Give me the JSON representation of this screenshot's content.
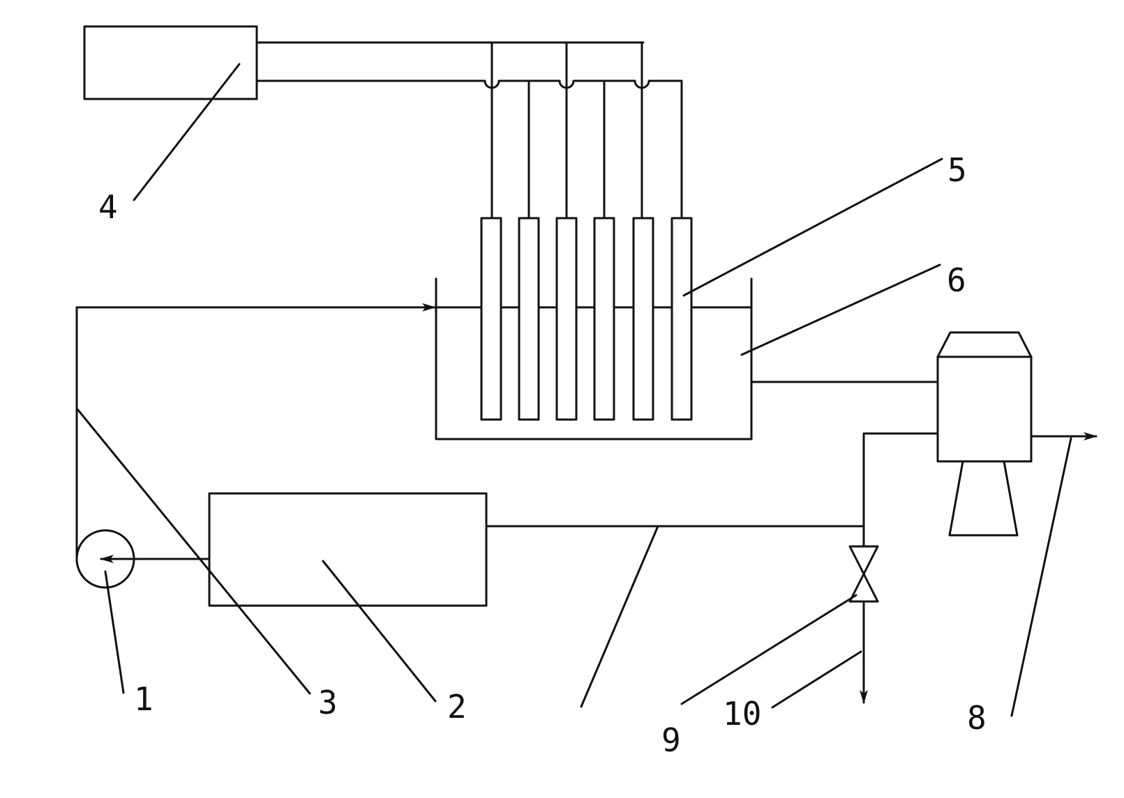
{
  "diagram": {
    "labels": {
      "n1": "1",
      "n2": "2",
      "n3": "3",
      "n4": "4",
      "n5": "5",
      "n6": "6",
      "n8": "8",
      "n9": "9",
      "n10": "10"
    }
  }
}
